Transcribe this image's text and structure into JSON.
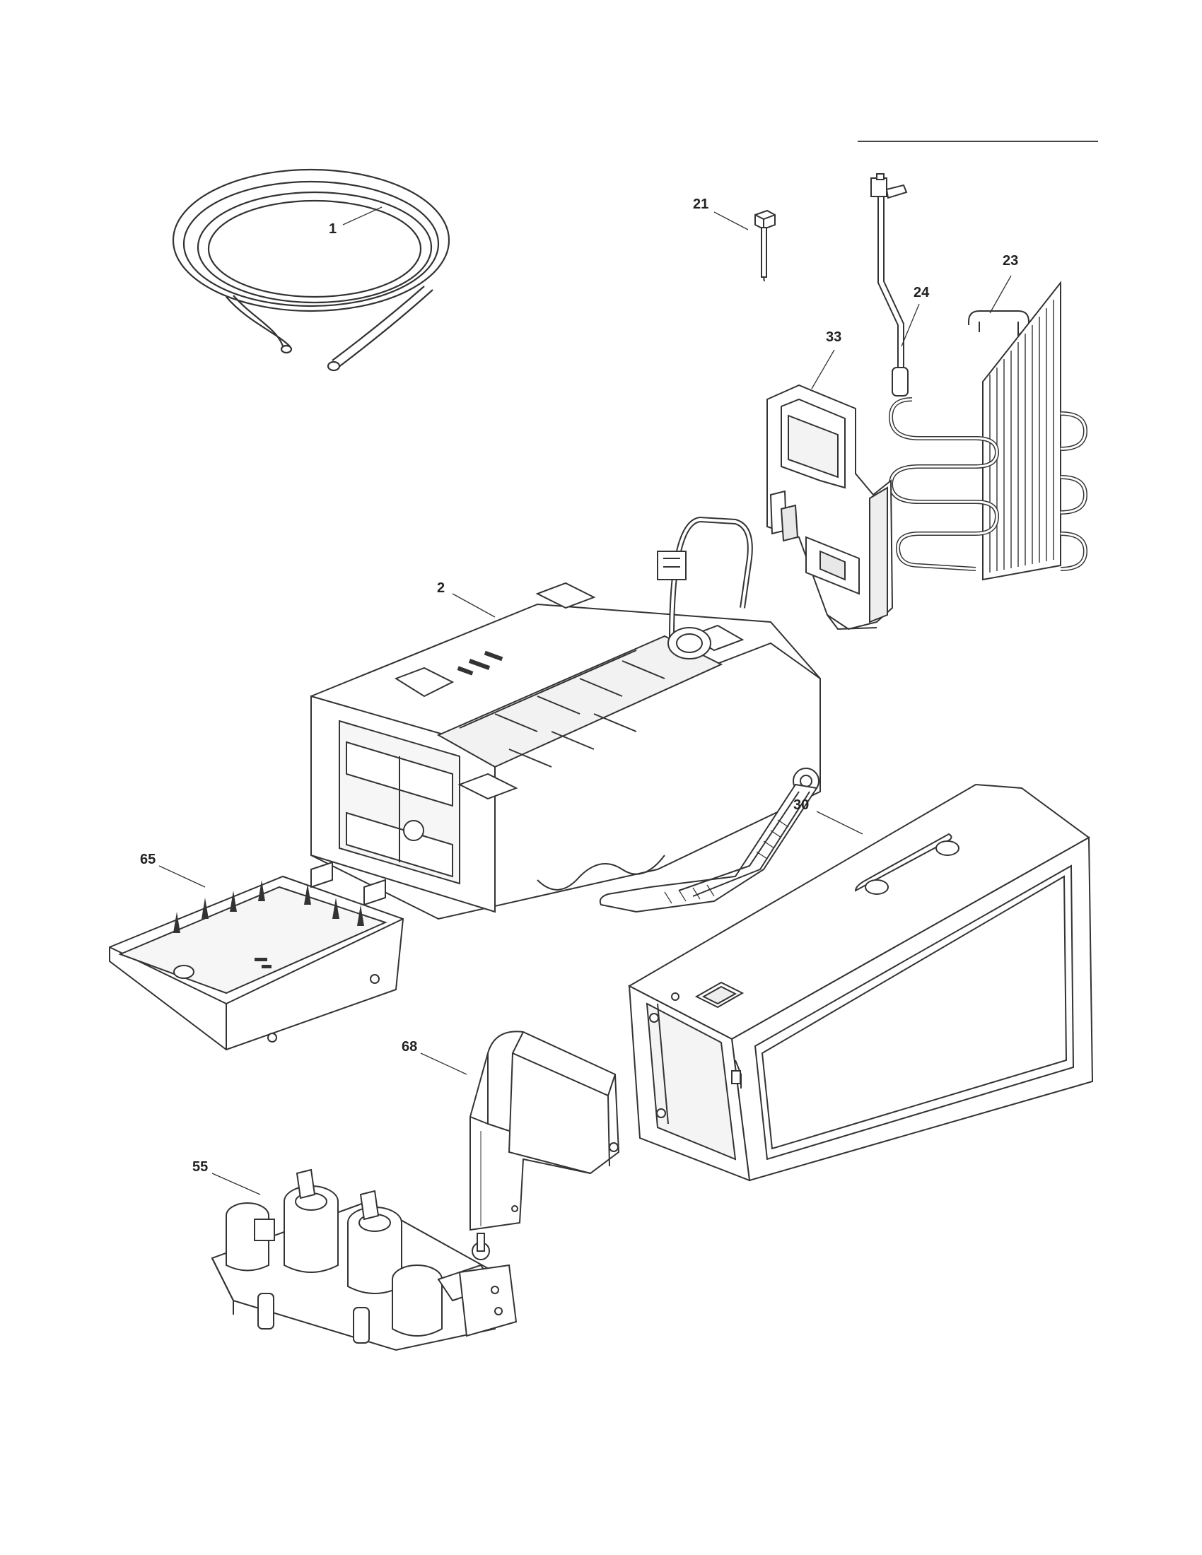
{
  "diagram": {
    "header_rule": true,
    "callouts": [
      {
        "id": "1",
        "part": "water-tubing"
      },
      {
        "id": "21",
        "part": "thermistor-plug"
      },
      {
        "id": "23",
        "part": "evaporator-coil"
      },
      {
        "id": "24",
        "part": "heater-harness"
      },
      {
        "id": "33",
        "part": "control-module"
      },
      {
        "id": "2",
        "part": "ice-maker-assembly"
      },
      {
        "id": "30",
        "part": "ice-maker-housing"
      },
      {
        "id": "65",
        "part": "ice-tray"
      },
      {
        "id": "68",
        "part": "duct-cover"
      },
      {
        "id": "55",
        "part": "water-valve"
      }
    ],
    "colors": {
      "line": "#333333",
      "part_fill": "#ffffff",
      "shade": "#e8e8e8"
    }
  }
}
